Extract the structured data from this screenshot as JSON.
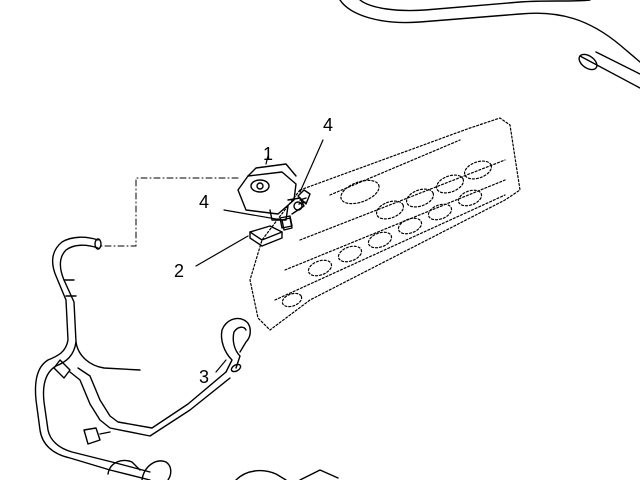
{
  "diagram": {
    "callouts": [
      {
        "id": "c1",
        "label": "1"
      },
      {
        "id": "c2",
        "label": "2"
      },
      {
        "id": "c3",
        "label": "3"
      },
      {
        "id": "c4a",
        "label": "4"
      },
      {
        "id": "c4b",
        "label": "4"
      }
    ],
    "colors": {
      "line": "#000000",
      "background": "#ffffff"
    }
  }
}
